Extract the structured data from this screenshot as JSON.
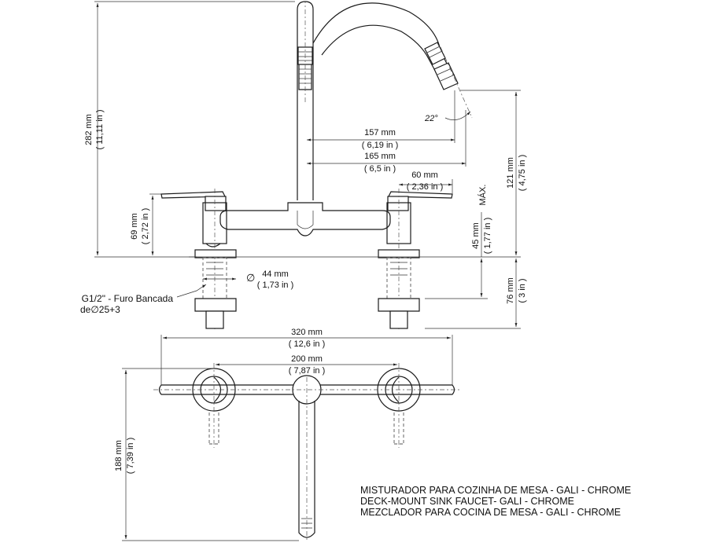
{
  "dimensions": {
    "height_total": {
      "mm": "282 mm",
      "in": "( 11,11 in )"
    },
    "handle_height": {
      "mm": "69 mm",
      "in": "( 2,72 in )"
    },
    "hole_diameter": {
      "mm": "44 mm",
      "in": "( 1,73 in )"
    },
    "angle": "22°",
    "reach_inner": {
      "mm": "157 mm",
      "in": "( 6,19 in )"
    },
    "reach_outer": {
      "mm": "165 mm",
      "in": "( 6,5 in )"
    },
    "handle_width": {
      "mm": "60 mm",
      "in": "( 2,36 in )"
    },
    "spout_height": {
      "mm": "121 mm",
      "in": "( 4,75 in )"
    },
    "max_deck": {
      "mm": "45 mm",
      "in": "( 1,77 in )",
      "label": "MÁX."
    },
    "shank_length": {
      "mm": "76 mm",
      "in": "( 3 in )"
    },
    "total_width": {
      "mm": "320 mm",
      "in": "( 12,6 in )"
    },
    "center_distance": {
      "mm": "200 mm",
      "in": "( 7,87 in )"
    },
    "depth": {
      "mm": "188 mm",
      "in": "( 7,39 in )"
    }
  },
  "diameter_symbol": "∅",
  "thread_note": {
    "line1": "G1/2\" - Furo Bancada",
    "line2": "de∅25+3"
  },
  "title_block": {
    "line_pt": "MISTURADOR PARA COZINHA DE MESA - GALI - CHROME",
    "line_en": "DECK-MOUNT SINK FAUCET- GALI - CHROME",
    "line_es": "MEZCLADOR PARA COCINA DE MESA - GALI - CHROME"
  }
}
